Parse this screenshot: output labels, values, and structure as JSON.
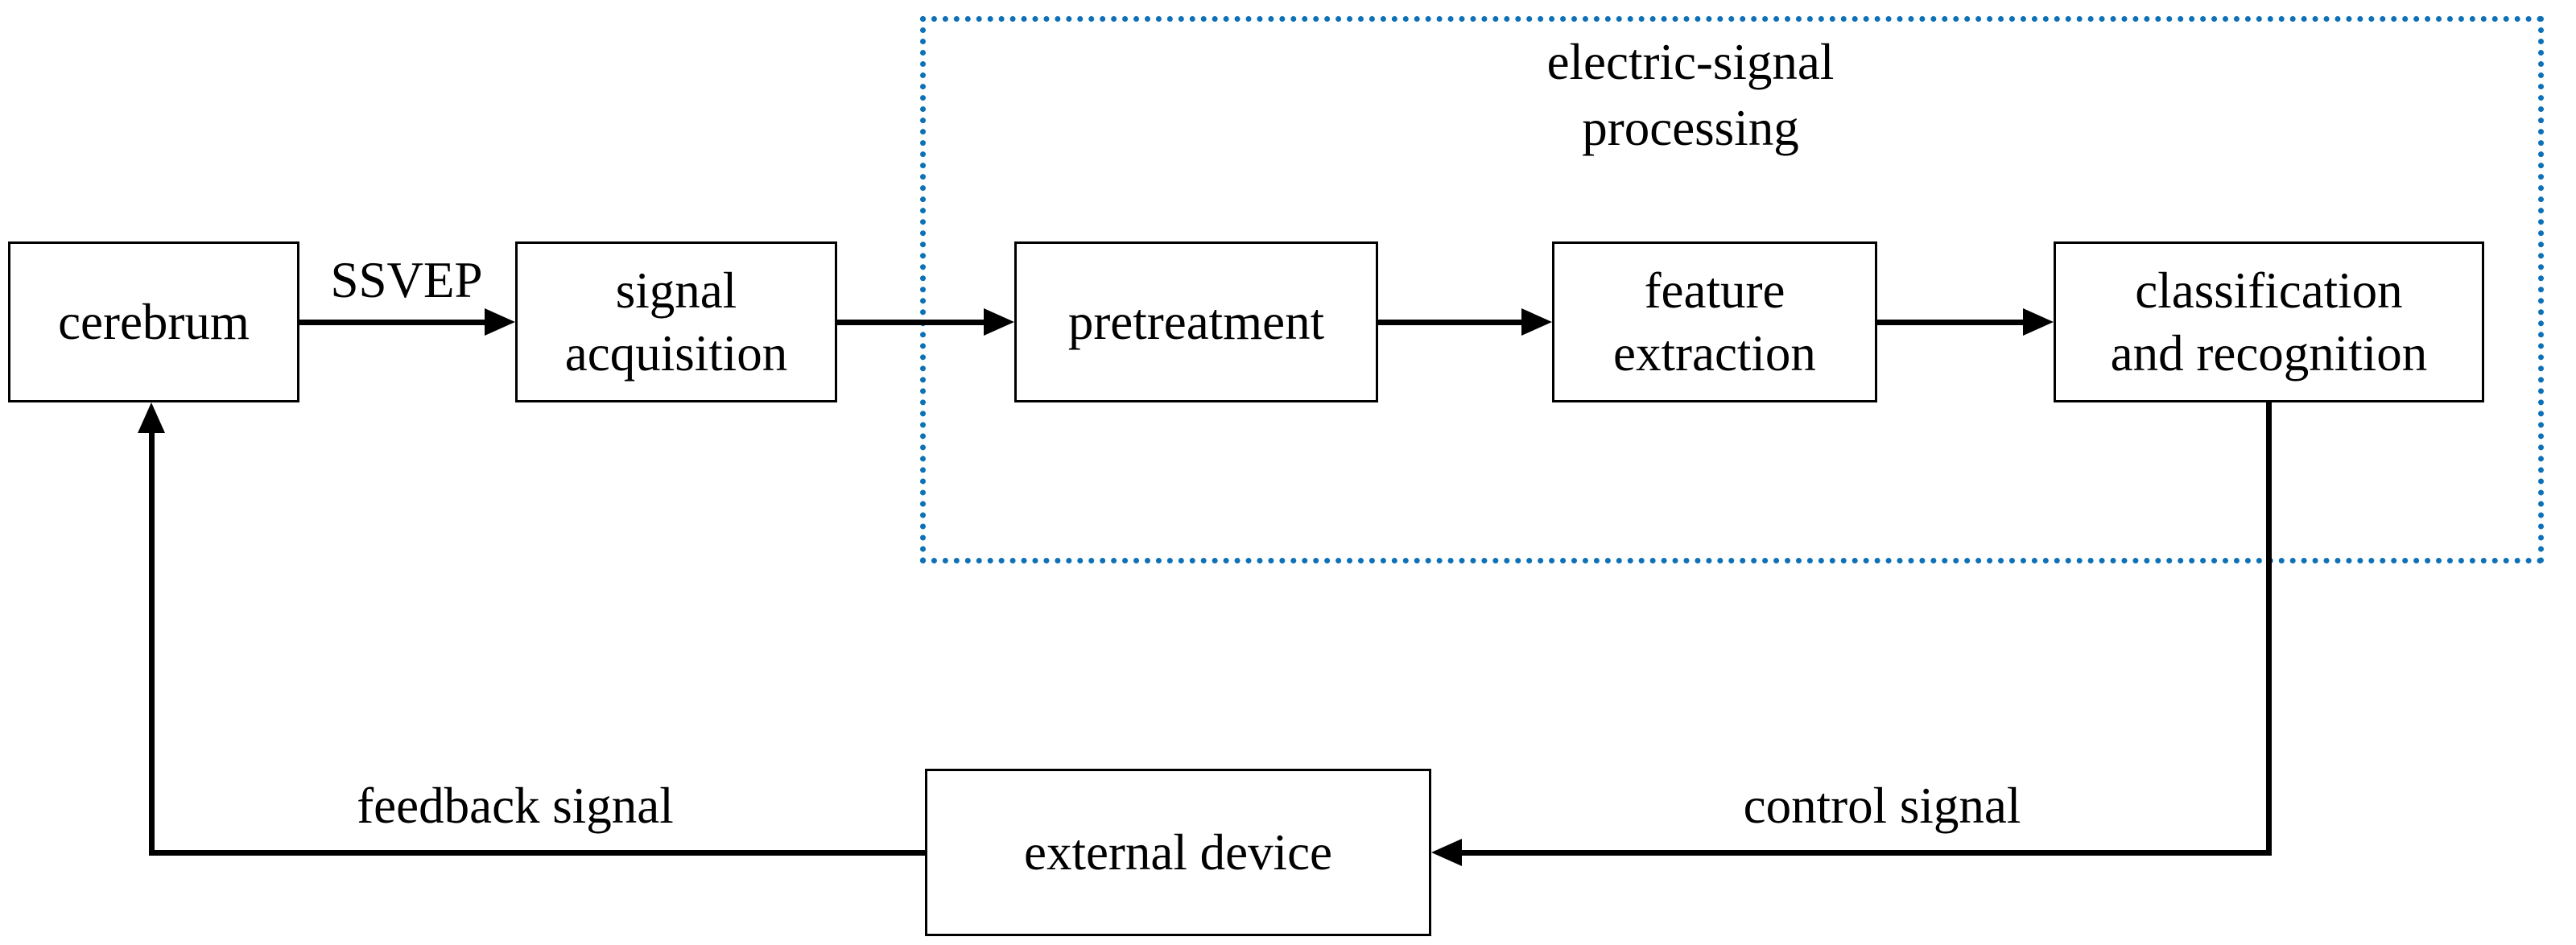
{
  "diagram": {
    "group": {
      "title": "electric-signal\nprocessing",
      "border_color": "#0e71b8"
    },
    "line_color": "#000000",
    "nodes": {
      "cerebrum": {
        "label": "cerebrum"
      },
      "signal_acquisition": {
        "label": "signal\nacquisition"
      },
      "pretreatment": {
        "label": "pretreatment"
      },
      "feature_extraction": {
        "label": "feature\nextraction"
      },
      "classification": {
        "label": "classification\nand recognition"
      },
      "external_device": {
        "label": "external device"
      }
    },
    "edge_labels": {
      "ssvep": "SSVEP",
      "control": "control signal",
      "feedback": "feedback signal"
    }
  }
}
